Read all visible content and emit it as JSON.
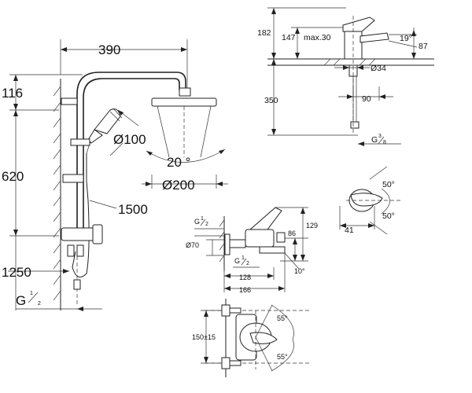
{
  "shower": {
    "width": "390",
    "top_height": "116",
    "rail_height": "620",
    "hand_diameter": "Ø100",
    "head_angle": "20 °",
    "head_diameter": "Ø200",
    "hose_length": "1500",
    "height_from_floor": "1250",
    "connection_g": "G",
    "connection_num": "1",
    "connection_den": "2"
  },
  "basin_mixer": {
    "height_total": "182",
    "height_spout": "147",
    "max_thickness": "max.30",
    "spout_angle": "19°",
    "spout_reach": "87",
    "hole_diameter": "Ø34",
    "hose_length": "350",
    "depth": "90",
    "connection_g": "G",
    "connection_num": "3",
    "connection_den": "8"
  },
  "lever_top": {
    "angle_up": "50°",
    "angle_down": "50°",
    "width": "41"
  },
  "bath_mixer": {
    "connection_g": "G",
    "connection_num": "1",
    "connection_den": "2",
    "rosette_diameter": "Ø70",
    "connection_g2": "G",
    "connection_num2": "1",
    "connection_den2": "2",
    "height_total": "129",
    "height_outlet": "86",
    "depth_body": "128",
    "depth_total": "166",
    "spout_angle": "10°"
  },
  "bath_front": {
    "centers": "150±15",
    "angle_up": "55°",
    "angle_down": "55°"
  }
}
